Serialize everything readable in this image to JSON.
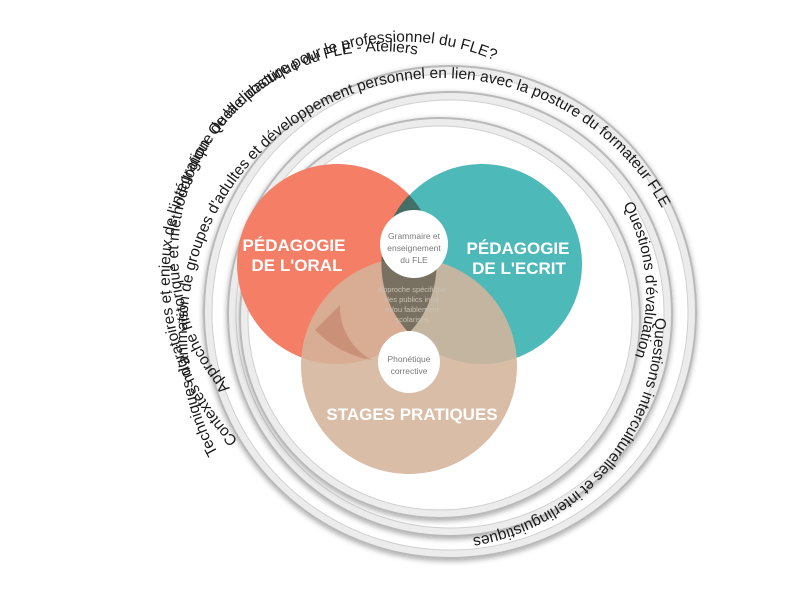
{
  "rings": {
    "outer": "Techniques d'animation de groupes d'adultes et développement personnel en lien avec la posture du formateur FLE",
    "middle": "Contextes migratoires et enjeux de l'intégration. Quelle posture pour le professionnel du FLE?",
    "inner": "Approche historique et méthodologique de la didactique du FLE - Ateliers",
    "right_outer": "Questions interculturelles et interlinguistiques",
    "right_inner": "Questions d'évaluation"
  },
  "venn": {
    "oral": {
      "line1": "PÉDAGOGIE",
      "line2": "DE L'ORAL",
      "color": "#f47f66"
    },
    "ecrit": {
      "line1": "PÉDAGOGIE",
      "line2": "DE L'ECRIT",
      "color": "#3fb3b3"
    },
    "stages": {
      "label": "STAGES PRATIQUES",
      "color": "#d4b49b"
    },
    "grammaire": {
      "line1": "Grammaire et",
      "line2": "enseignement",
      "line3": "du FLE"
    },
    "approche": {
      "line1": "Approche spécifique",
      "line2": "des publics infra",
      "line3": "et/ou faiblement",
      "line4": "scolarisés"
    },
    "phonetique": {
      "line1": "Phonétique",
      "line2": "corrective"
    }
  }
}
